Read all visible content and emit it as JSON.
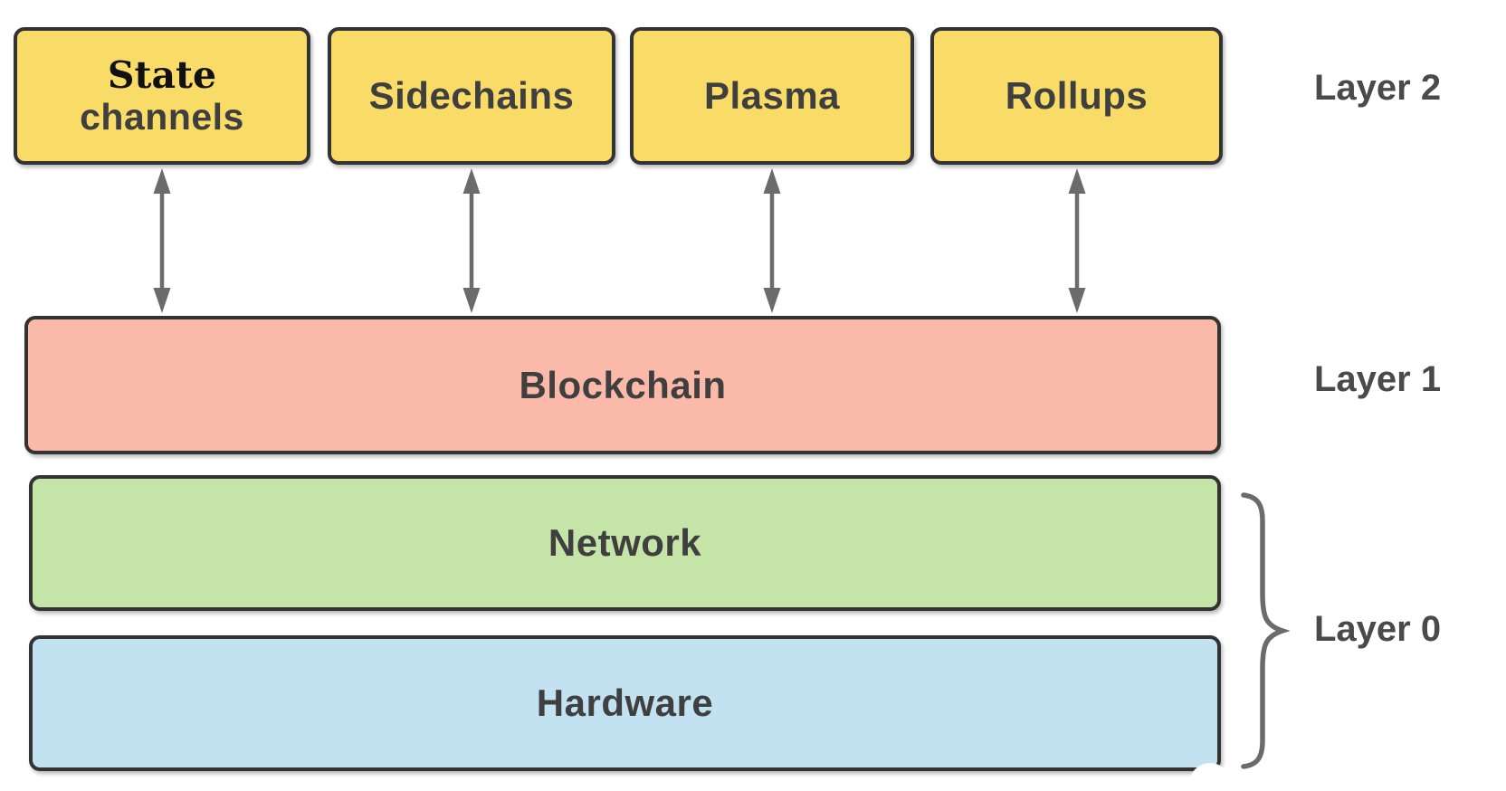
{
  "layers": {
    "layer2": {
      "side_label": "Layer 2",
      "boxes": [
        {
          "line1": "State",
          "line2": "channels"
        },
        {
          "label": "Sidechains"
        },
        {
          "label": "Plasma"
        },
        {
          "label": "Rollups"
        }
      ]
    },
    "layer1": {
      "side_label": "Layer 1",
      "boxes": [
        {
          "label": "Blockchain"
        }
      ]
    },
    "layer0": {
      "side_label": "Layer 0",
      "boxes": [
        {
          "label": "Network"
        },
        {
          "label": "Hardware"
        }
      ]
    }
  },
  "icons": {
    "connector": "double-headed-arrow-icon",
    "grouping": "curly-brace-icon"
  },
  "colors": {
    "layer2-fill": "#F9DB67",
    "layer1-fill": "#FBB9A9",
    "network-fill": "#C5E5A8",
    "hardware-fill": "#C2E2F2",
    "box-border": "#333333",
    "box-text": "#3F3F3F",
    "state-text": "#111111",
    "side-label-text": "#4A4A4A",
    "connector": "#6B6B6B",
    "background": "#FFFFFF"
  }
}
